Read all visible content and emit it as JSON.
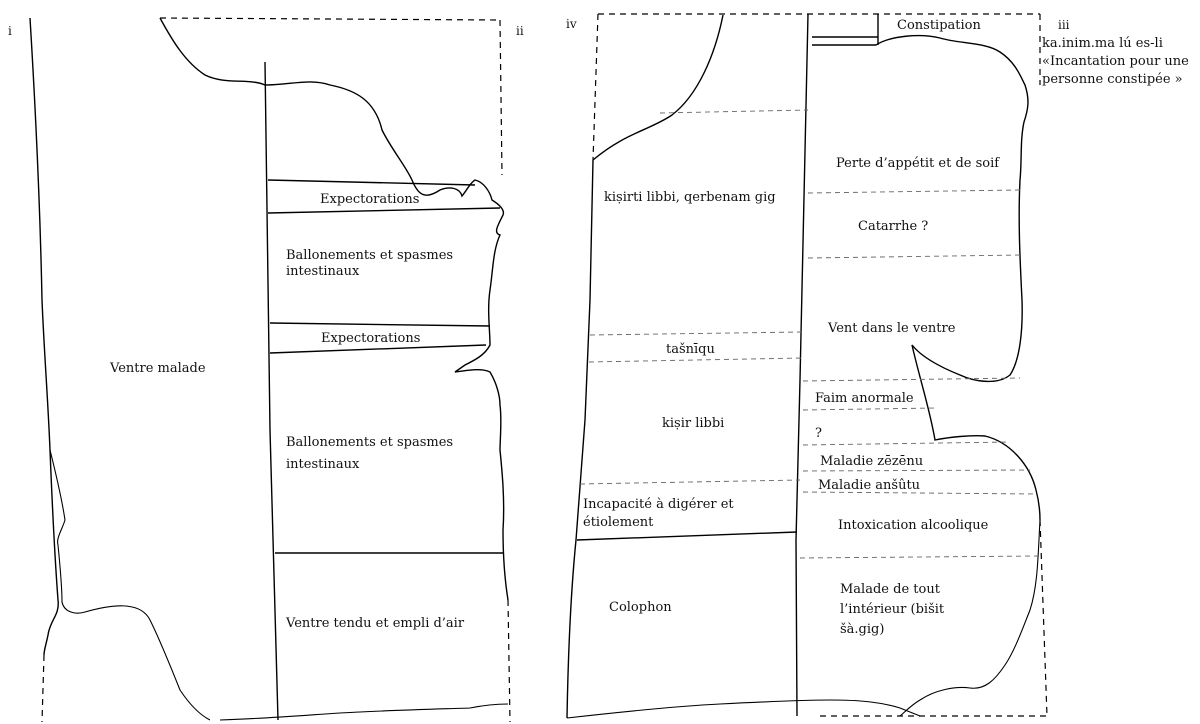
{
  "column_labels": {
    "i": "i",
    "ii": "ii",
    "iii": "iii",
    "iv": "iv"
  },
  "left_tablet": {
    "column_i": "Ventre malade",
    "sections": [
      "Expectorations",
      "Ballonements et spasmes",
      "intestinaux",
      "Expectorations",
      "Ballonements et spasmes",
      "intestinaux",
      "Ventre tendu et empli d’air"
    ]
  },
  "right_tablet": {
    "column_iv": [
      "kiṣirti libbi, qerbenam gig",
      "tašnīqu",
      "kiṣir libbi",
      "Incapacité à digérer et",
      "étiolement",
      "Colophon"
    ],
    "column_iii": [
      "Constipation",
      "Perte d’appétit et de soif",
      "Catarrhe ?",
      "Vent dans le ventre",
      "Faim anormale",
      "?",
      "Maladie zēzēnu",
      "Maladie anšûtu",
      "Intoxication alcoolique",
      "Malade de tout",
      "l’intérieur (bišit",
      "šà.gig)"
    ]
  },
  "side_note": [
    "ka.inim.ma lú es-li",
    "«Incantation pour une",
    "personne constipée »"
  ]
}
